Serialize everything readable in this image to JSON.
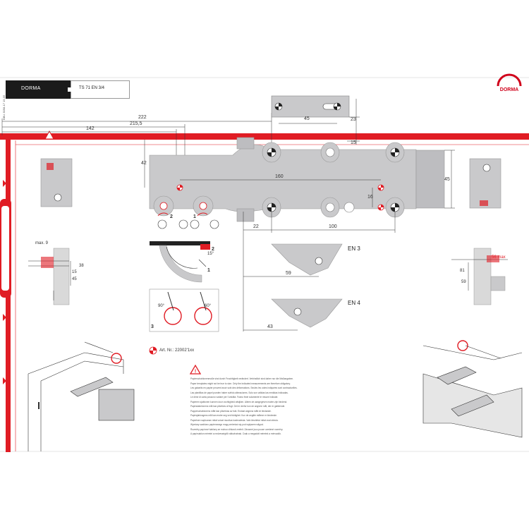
{
  "header": {
    "brand": "DORMA",
    "model": "TS 71 EN 3/4",
    "logo_text": "DORMA",
    "side_code": "BBU 3058-17 15-05"
  },
  "dimensions": {
    "d222": "222",
    "d215_5": "215,5",
    "d142": "142",
    "d42": "42",
    "d160": "160",
    "d16": "16",
    "d45_right": "45",
    "d22": "22",
    "d100": "100",
    "d45_bracket": "45",
    "d23": "23",
    "d15": "15",
    "d59": "59",
    "d43": "43"
  },
  "labels": {
    "en3": "EN 3",
    "en4": "EN 4",
    "valve2": "2",
    "valve1": "1",
    "step1": "1",
    "step2": "2",
    "step3": "3",
    "angle90": "90°",
    "angle60": "60°",
    "angle_small": "15°"
  },
  "left_detail": {
    "max": "max. 9",
    "d38": "38",
    "d15": "15",
    "d45": "45"
  },
  "right_detail": {
    "max": "56 max",
    "d81": "81",
    "d59": "59"
  },
  "article": "Art. Nr.: 22002'1xx",
  "warning_lines": [
    "Papierschablonenmaße sind durch Feuchtigkeit verändert. Verbindlich sind daher nur die Maßangaben.",
    "Paper templates might not be true to size. Only the indicated measurements are therefore obligatory.",
    "Les gabarits en papier peuvent avoir subi des déformations. Seules les cotes indiquées sont contractuelles.",
    "Las plantillas de papel pueden haber sufrido alteraciones. Solo son válidas las medidas indicadas.",
    "Le dime di carta possono variare per l'umidità. Fanno fede solamente le misure indicate.",
    "Papieren sjablonen kunnen door vochtigheid afwijken. Alleen de aangegeven maten zijn bindend.",
    "Papirskabelonens mål kan påvirkes af fugt. Det er derfor kun de angivne mål, der er gældende.",
    "Papperschablonens mått kan påverkas av fukt. Endast angivna mått är bindande.",
    "Papirsjablongens mål kan endre seg ved fuktighet. Kun de angitte målene er bindende.",
    "Paperisen sapluunan mitat voivat muuttua kosteudesta. Vain ilmoitetut mitat ovat sitovia.",
    "Wymiary szablonu papierowego mogą zmieniać się pod wpływem wilgoci.",
    "Rozměry papírové šablony se mohou vlhkostí změnit. Závazné jsou pouze uvedené rozměry.",
    "A papírsablon méretei a nedvességtől változhatnak. Csak a megadott méretek a mérvadók."
  ],
  "colors": {
    "accent_red": "#e01c24",
    "body_gray": "#c9c9cb",
    "dark": "#1b1b1b"
  }
}
